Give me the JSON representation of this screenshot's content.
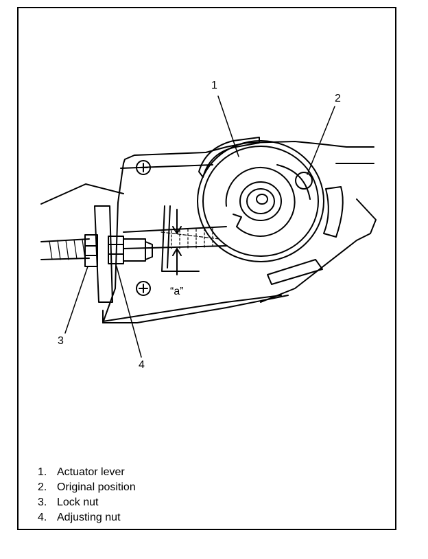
{
  "callouts": {
    "c1": "1",
    "c2": "2",
    "c3": "3",
    "c4": "4",
    "dim_a": "“a”"
  },
  "legend": [
    {
      "num": "1.",
      "label": "Actuator lever"
    },
    {
      "num": "2.",
      "label": "Original position"
    },
    {
      "num": "3.",
      "label": "Lock nut"
    },
    {
      "num": "4.",
      "label": "Adjusting nut"
    }
  ]
}
